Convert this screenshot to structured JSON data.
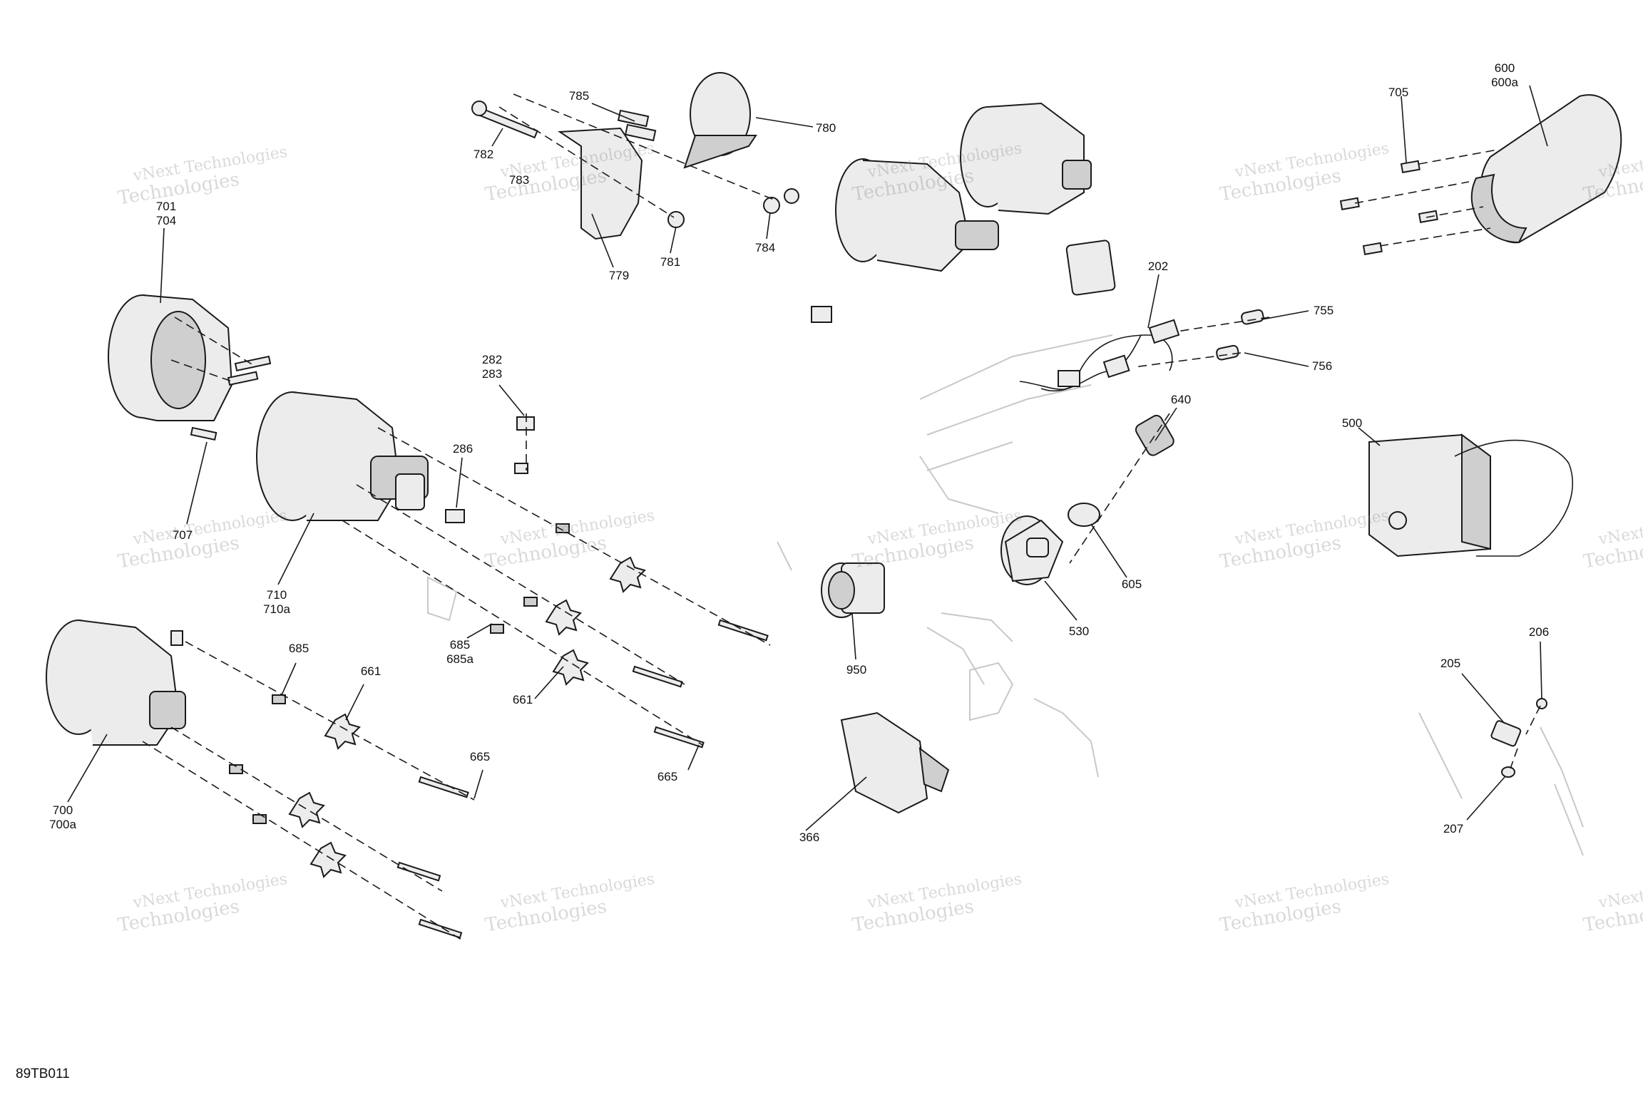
{
  "diagram": {
    "reference_code": "89TB011",
    "watermark": {
      "line1": "vNext Technologies",
      "line2": "Technologies"
    },
    "callouts": [
      {
        "id": "c701",
        "lines": [
          "701",
          "704"
        ]
      },
      {
        "id": "c782",
        "lines": [
          "782"
        ]
      },
      {
        "id": "c785",
        "lines": [
          "785"
        ]
      },
      {
        "id": "c783",
        "lines": [
          "783"
        ]
      },
      {
        "id": "c779",
        "lines": [
          "779"
        ]
      },
      {
        "id": "c781",
        "lines": [
          "781"
        ]
      },
      {
        "id": "c780",
        "lines": [
          "780"
        ]
      },
      {
        "id": "c784",
        "lines": [
          "784"
        ]
      },
      {
        "id": "c282",
        "lines": [
          "282",
          "283"
        ]
      },
      {
        "id": "c286",
        "lines": [
          "286"
        ]
      },
      {
        "id": "c707",
        "lines": [
          "707"
        ]
      },
      {
        "id": "c710",
        "lines": [
          "710",
          "710a"
        ]
      },
      {
        "id": "c685",
        "lines": [
          "685"
        ]
      },
      {
        "id": "c685b",
        "lines": [
          "685",
          "685a"
        ]
      },
      {
        "id": "c661",
        "lines": [
          "661"
        ]
      },
      {
        "id": "c661b",
        "lines": [
          "661"
        ]
      },
      {
        "id": "c665",
        "lines": [
          "665"
        ]
      },
      {
        "id": "c665b",
        "lines": [
          "665"
        ]
      },
      {
        "id": "c700",
        "lines": [
          "700",
          "700a"
        ]
      },
      {
        "id": "c202",
        "lines": [
          "202"
        ]
      },
      {
        "id": "c755",
        "lines": [
          "755"
        ]
      },
      {
        "id": "c756",
        "lines": [
          "756"
        ]
      },
      {
        "id": "c640",
        "lines": [
          "640"
        ]
      },
      {
        "id": "c605",
        "lines": [
          "605"
        ]
      },
      {
        "id": "c530",
        "lines": [
          "530"
        ]
      },
      {
        "id": "c950",
        "lines": [
          "950"
        ]
      },
      {
        "id": "c366",
        "lines": [
          "366"
        ]
      },
      {
        "id": "c705",
        "lines": [
          "705"
        ]
      },
      {
        "id": "c600",
        "lines": [
          "600",
          "600a"
        ]
      },
      {
        "id": "c500",
        "lines": [
          "500"
        ]
      },
      {
        "id": "c206",
        "lines": [
          "206"
        ]
      },
      {
        "id": "c205",
        "lines": [
          "205"
        ]
      },
      {
        "id": "c207",
        "lines": [
          "207"
        ]
      }
    ]
  }
}
